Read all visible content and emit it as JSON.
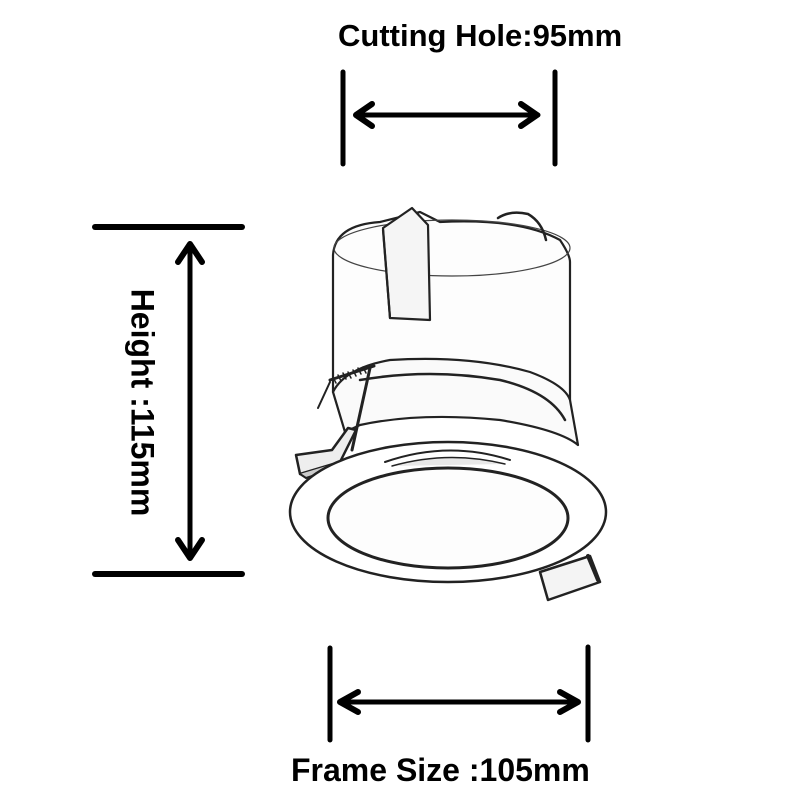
{
  "diagram": {
    "subject": "recessed downlight",
    "background": "#ffffff",
    "ink_color": "#000000",
    "dimensions": {
      "cutting_hole": {
        "label": "Cutting Hole:95mm",
        "value": 95,
        "unit": "mm"
      },
      "frame_size": {
        "label": "Frame Size :105mm",
        "value": 105,
        "unit": "mm"
      },
      "height": {
        "label": "Height :115mm",
        "value": 115,
        "unit": "mm",
        "orientation": "vertical"
      }
    }
  }
}
